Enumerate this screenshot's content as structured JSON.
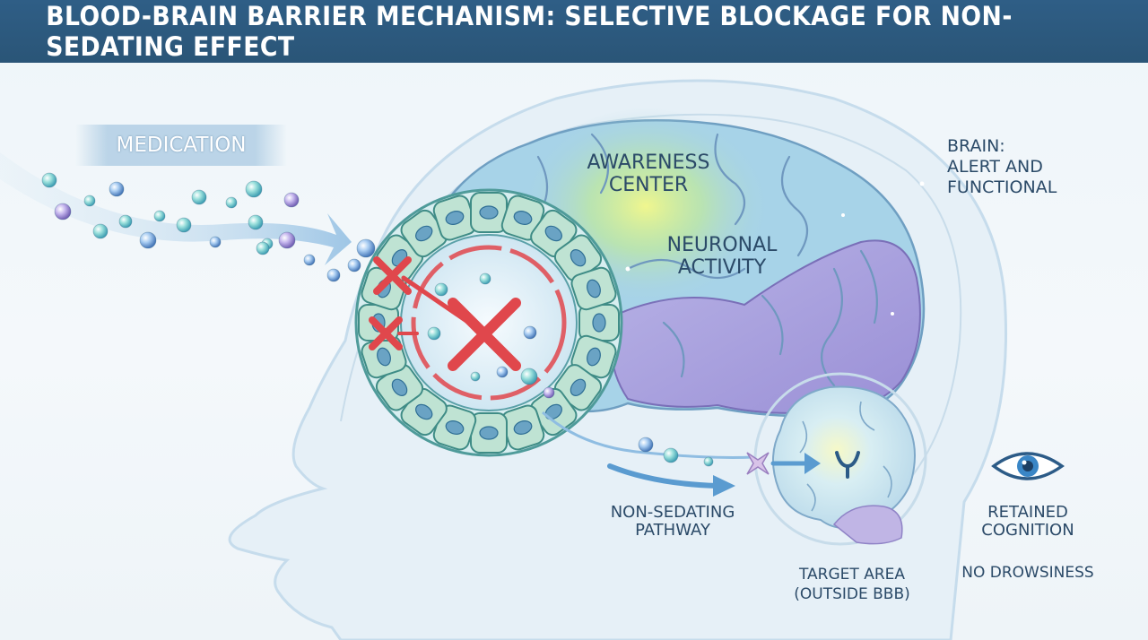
{
  "title": "BLOOD-BRAIN BARRIER MECHANISM: SELECTIVE BLOCKAGE FOR NON-SEDATING EFFECT",
  "labels": {
    "medication": "MEDICATION",
    "awareness_line1": "AWARENESS",
    "awareness_line2": "CENTER",
    "neuronal_line1": "NEURONAL",
    "neuronal_line2": "ACTIVITY",
    "brain_line1": "BRAIN:",
    "brain_line2": "ALERT AND",
    "brain_line3": "FUNCTIONAL",
    "pathway_line1": "NON-SEDATING",
    "pathway_line2": "PATHWAY",
    "target_line1": "TARGET AREA",
    "target_line2": "(OUTSIDE BBB)",
    "cognition_line1": "RETAINED",
    "cognition_line2": "COGNITION",
    "drowsiness": "NO DROWSINESS"
  },
  "colors": {
    "header": "#2f5e86",
    "barrier_cells": "#bfe3d3",
    "blocked": "#e0474c",
    "brain_blue": "#a7d3e8",
    "brain_purple": "#a99ad8",
    "brain_glow": "#eef47a",
    "arrow": "#5a9bd0"
  },
  "icons": [
    "blocked-x-icon",
    "receptor-icon",
    "eye-icon"
  ]
}
